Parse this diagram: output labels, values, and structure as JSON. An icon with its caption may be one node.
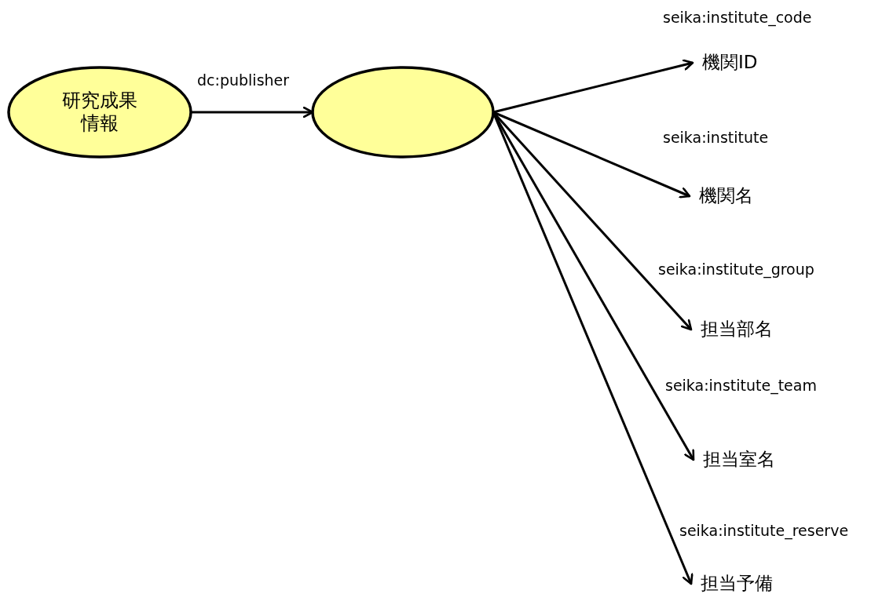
{
  "diagram": {
    "nodes": [
      {
        "text": [
          "研究成果情報"
        ]
      },
      {
        "text": [],
        "shape": "ellipse"
      },
      {
        "text": [
          "機関ID"
        ]
      },
      {
        "text": [
          "機関名"
        ]
      },
      {
        "text": [
          "担当部名"
        ]
      },
      {
        "text": [
          "担当室名"
        ]
      },
      {
        "text": [
          "担当予備"
        ]
      }
    ],
    "edges": [
      {
        "from": 0,
        "to": 1,
        "arrow": "to",
        "label": "dc:publisher"
      },
      {
        "from": 1,
        "to": 2,
        "arrow": "to",
        "label": "seika:institute_code"
      },
      {
        "from": 1,
        "to": 3,
        "arrow": "to",
        "label": "seika:institute"
      },
      {
        "from": 1,
        "to": 4,
        "arrow": "to",
        "label": "seika:institute_group"
      },
      {
        "from": 1,
        "to": 5,
        "arrow": "to",
        "label": "seika:institute_team"
      },
      {
        "from": 1,
        "to": 6,
        "arrow": "to",
        "label": "seika:institute_reserve"
      }
    ]
  }
}
